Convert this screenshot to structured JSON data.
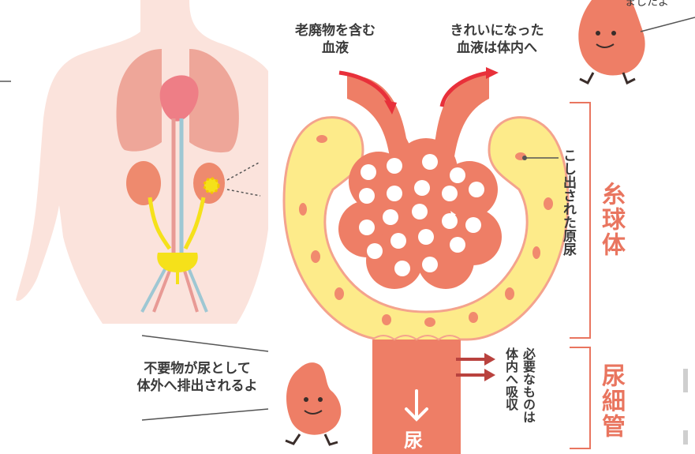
{
  "labels": {
    "blood_in": "老廃物を含む\n血液",
    "blood_out": "きれいになった\n血液は体内へ",
    "filtered": "こし出された原尿",
    "glomerulus": "糸球体",
    "tubule": "尿細管",
    "reabsorb": "必要なものは\n体内へ吸収",
    "excrete": "不要物が尿として\n体外へ排出されるよ",
    "urine": "尿",
    "top_cut": "ましたよ"
  },
  "colors": {
    "accent": "#e9755f",
    "capsule": "#fdeb8a",
    "capsule_edge": "#f4a38d",
    "body": "#fbe3dc",
    "lung": "#eea699",
    "heart": "#ee7e86",
    "urine_yellow": "#f5e11a",
    "arrow_red": "#e8303a"
  }
}
